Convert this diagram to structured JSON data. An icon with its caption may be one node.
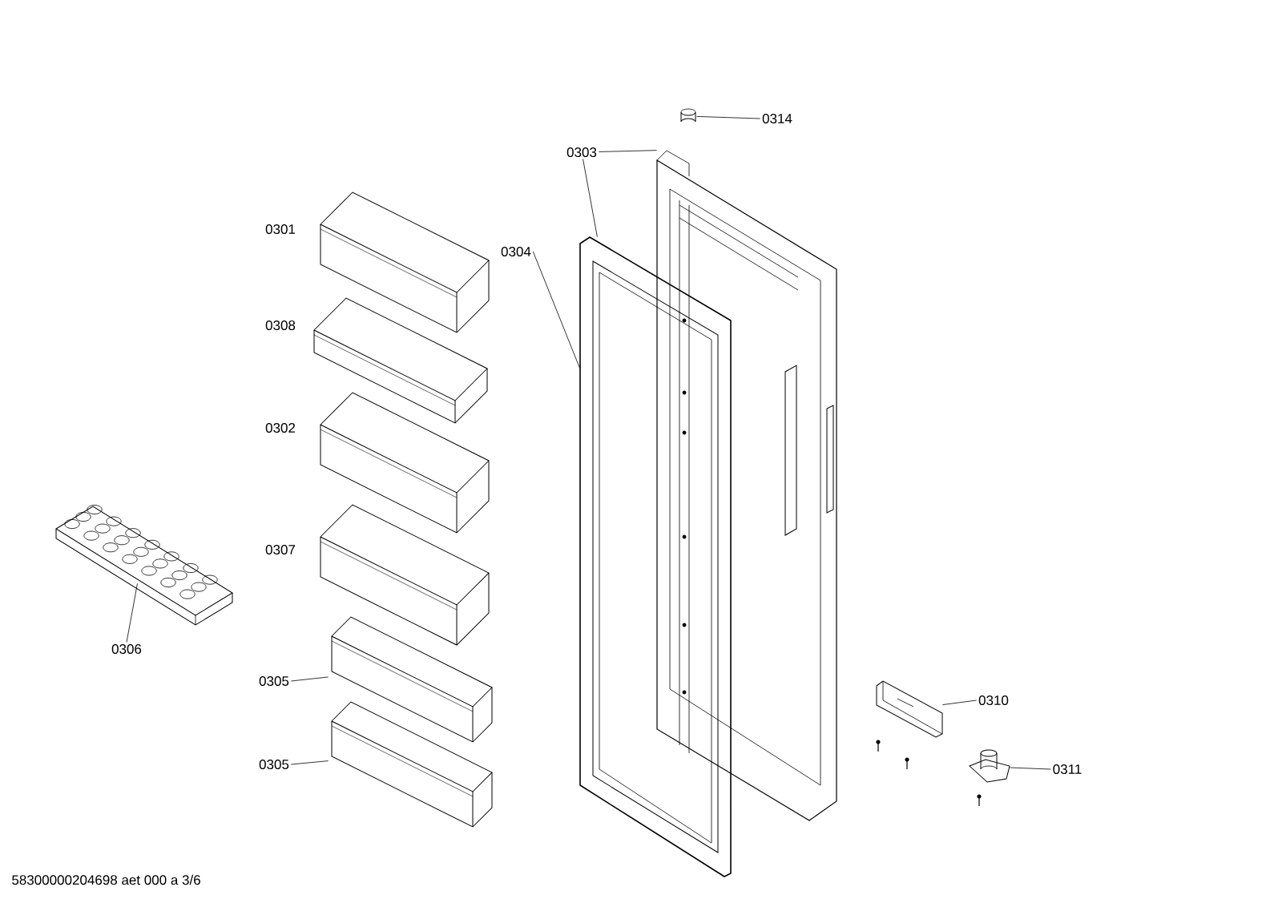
{
  "diagram": {
    "nodes": [
      {
        "text": [
          "0314"
        ]
      },
      {
        "text": [],
        "shape": "picture"
      },
      {
        "text": [
          "0303"
        ]
      },
      {
        "text": [],
        "shape": "picture"
      },
      {
        "text": [],
        "shape": "picture"
      },
      {
        "text": [
          "0304"
        ]
      },
      {
        "text": [
          "0305"
        ]
      },
      {
        "text": [],
        "shape": "picture"
      },
      {
        "text": [
          "0305"
        ]
      },
      {
        "text": [],
        "shape": "picture"
      },
      {
        "text": [
          "0306"
        ]
      },
      {
        "text": [],
        "shape": "picture"
      },
      {
        "text": [
          "0310"
        ]
      },
      {
        "text": [],
        "shape": "picture"
      },
      {
        "text": [
          "0311"
        ]
      },
      {
        "text": [],
        "shape": "picture"
      }
    ],
    "edges": [
      {
        "from": 0,
        "to": 1,
        "arrow": "none"
      },
      {
        "from": 2,
        "to": 4,
        "arrow": "none"
      },
      {
        "from": 2,
        "to": 3,
        "arrow": "none"
      },
      {
        "from": 5,
        "to": 4,
        "arrow": "none"
      },
      {
        "from": 6,
        "to": 7,
        "arrow": "none"
      },
      {
        "from": 8,
        "to": 9,
        "arrow": "none"
      },
      {
        "from": 10,
        "to": 11,
        "arrow": "none"
      },
      {
        "from": 12,
        "to": 13,
        "arrow": "none"
      },
      {
        "from": 14,
        "to": 15,
        "arrow": "none"
      }
    ],
    "labels": [
      "0301",
      "0308",
      "0302",
      "0307",
      "58300000204698 aet 000 a 3/6"
    ]
  }
}
